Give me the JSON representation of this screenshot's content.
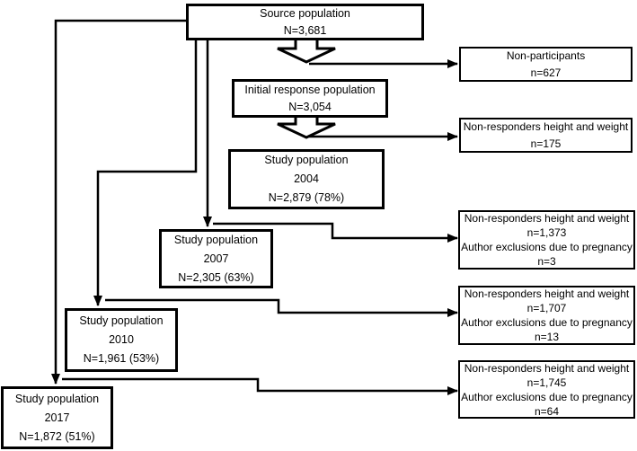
{
  "figure": {
    "type": "flowchart",
    "description_colors": {
      "line": "#000000",
      "box_border": "#000000",
      "box_fill": "#ffffff",
      "background": "#ffffff"
    }
  },
  "boxes": {
    "source": {
      "lines": [
        "Source population",
        "N=3,681"
      ]
    },
    "initial_response": {
      "lines": [
        "Initial response population",
        "N=3,054"
      ]
    },
    "study_2004": {
      "lines": [
        "Study population",
        "2004",
        "N=2,879 (78%)"
      ]
    },
    "study_2007": {
      "lines": [
        "Study population",
        "2007",
        "N=2,305 (63%)"
      ]
    },
    "study_2010": {
      "lines": [
        "Study population",
        "2010",
        "N=1,961 (53%)"
      ]
    },
    "study_2017": {
      "lines": [
        "Study population",
        "2017",
        "N=1,872 (51%)"
      ]
    },
    "non_participants": {
      "lines": [
        "Non-participants",
        "n=627"
      ]
    },
    "non_responders_175": {
      "lines": [
        "Non-responders height and weight",
        "n=175"
      ]
    },
    "non_responders_1373": {
      "lines": [
        "Non-responders height and weight",
        "n=1,373",
        "Author exclusions due to pregnancy",
        "n=3"
      ]
    },
    "non_responders_1707": {
      "lines": [
        "Non-responders height and weight",
        "n=1,707",
        "Author exclusions due to pregnancy",
        "n=13"
      ]
    },
    "non_responders_1745": {
      "lines": [
        "Non-responders height and weight",
        "n=1,745",
        "Author exclusions due to pregnancy",
        "n=64"
      ]
    }
  },
  "edges": [
    {
      "from": "source",
      "to": "initial_response"
    },
    {
      "from": "source",
      "to": "non_participants"
    },
    {
      "from": "initial_response",
      "to": "study_2004"
    },
    {
      "from": "initial_response",
      "to": "non_responders_175"
    },
    {
      "from": "source",
      "to": "study_2007"
    },
    {
      "from": "source",
      "to": "non_responders_1373"
    },
    {
      "from": "source",
      "to": "study_2010"
    },
    {
      "from": "source",
      "to": "non_responders_1707"
    },
    {
      "from": "source",
      "to": "study_2017"
    },
    {
      "from": "source",
      "to": "non_responders_1745"
    }
  ]
}
